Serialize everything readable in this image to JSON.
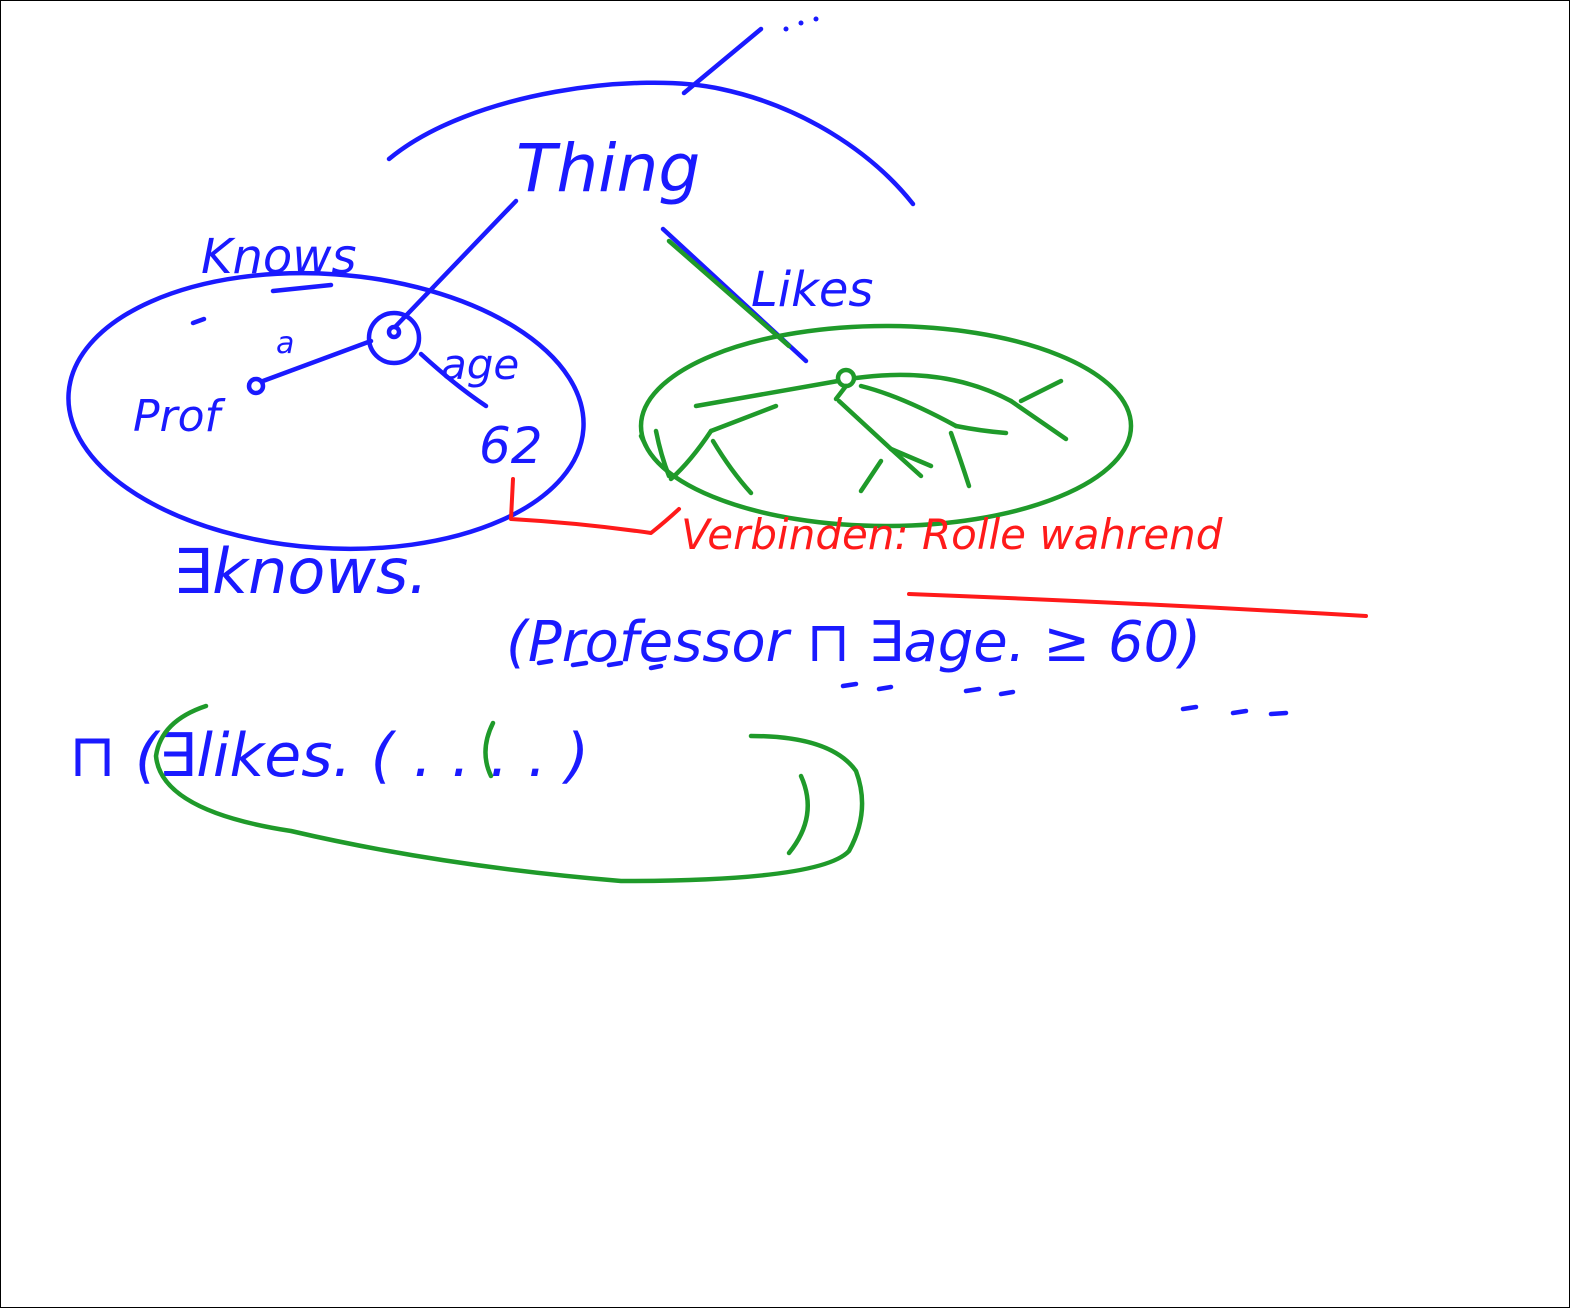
{
  "colors": {
    "blue": "#1a1aff",
    "green": "#1f9a2a",
    "red": "#ff1a1a"
  },
  "labels": {
    "root": "Thing",
    "knows": "Knows",
    "likes": "Likes",
    "prof": "Prof",
    "a": "a",
    "age": "age",
    "age_value": "62",
    "note": "Verbinden: Rolle wahrend"
  },
  "formula": {
    "line1_quantifier": "∃knows.",
    "line1_body": "(Professor ⊓ ∃age. ≥ 60)",
    "line2_body": "⊓ (∃likes. ( . . . . )"
  }
}
